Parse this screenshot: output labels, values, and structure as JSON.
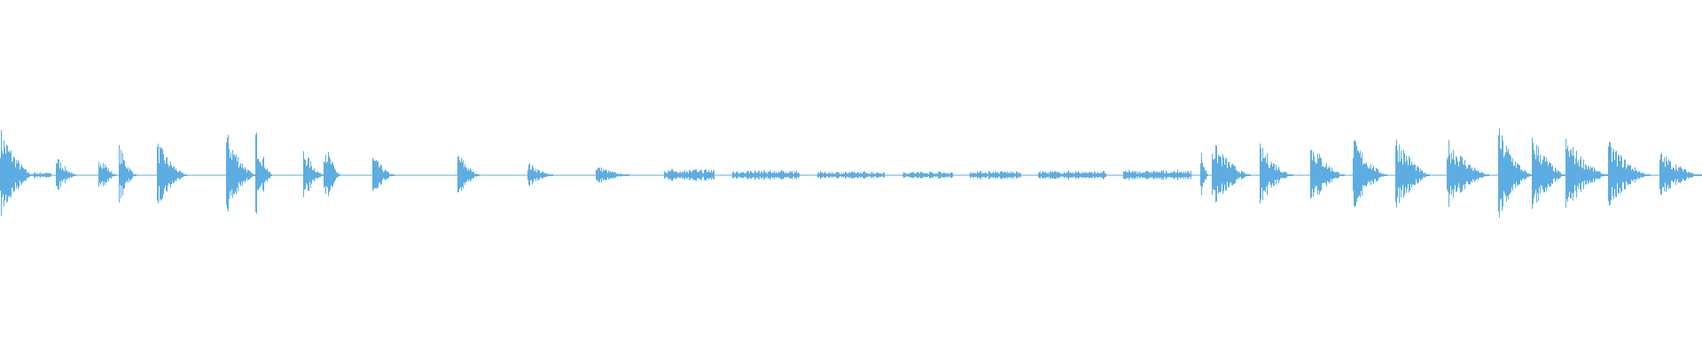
{
  "waveform": {
    "color": "#5DADE2",
    "baseline_color": "#5DADE2",
    "segments": [
      {
        "start": 0.0,
        "end": 0.02,
        "amp": 0.7,
        "env": "decay"
      },
      {
        "start": 0.02,
        "end": 0.03,
        "amp": 0.05,
        "env": "flat"
      },
      {
        "start": 0.033,
        "end": 0.045,
        "amp": 0.3,
        "env": "decay"
      },
      {
        "start": 0.058,
        "end": 0.068,
        "amp": 0.35,
        "env": "decay"
      },
      {
        "start": 0.07,
        "end": 0.08,
        "amp": 0.45,
        "env": "decay"
      },
      {
        "start": 0.092,
        "end": 0.11,
        "amp": 0.5,
        "env": "decay"
      },
      {
        "start": 0.133,
        "end": 0.15,
        "amp": 0.65,
        "env": "decay"
      },
      {
        "start": 0.15,
        "end": 0.16,
        "amp": 0.7,
        "env": "decay"
      },
      {
        "start": 0.178,
        "end": 0.19,
        "amp": 0.4,
        "env": "decay"
      },
      {
        "start": 0.19,
        "end": 0.2,
        "amp": 0.55,
        "env": "decay"
      },
      {
        "start": 0.219,
        "end": 0.232,
        "amp": 0.3,
        "env": "decay"
      },
      {
        "start": 0.269,
        "end": 0.282,
        "amp": 0.35,
        "env": "decay"
      },
      {
        "start": 0.31,
        "end": 0.325,
        "amp": 0.2,
        "env": "decay"
      },
      {
        "start": 0.35,
        "end": 0.37,
        "amp": 0.15,
        "env": "decay"
      },
      {
        "start": 0.39,
        "end": 0.42,
        "amp": 0.1,
        "env": "flat"
      },
      {
        "start": 0.43,
        "end": 0.47,
        "amp": 0.08,
        "env": "flat"
      },
      {
        "start": 0.48,
        "end": 0.52,
        "amp": 0.06,
        "env": "flat"
      },
      {
        "start": 0.53,
        "end": 0.56,
        "amp": 0.06,
        "env": "flat"
      },
      {
        "start": 0.57,
        "end": 0.6,
        "amp": 0.07,
        "env": "flat"
      },
      {
        "start": 0.61,
        "end": 0.65,
        "amp": 0.07,
        "env": "flat"
      },
      {
        "start": 0.66,
        "end": 0.7,
        "amp": 0.08,
        "env": "flat"
      },
      {
        "start": 0.705,
        "end": 0.71,
        "amp": 0.4,
        "env": "decay"
      },
      {
        "start": 0.712,
        "end": 0.735,
        "amp": 0.5,
        "env": "decay"
      },
      {
        "start": 0.74,
        "end": 0.76,
        "amp": 0.45,
        "env": "decay"
      },
      {
        "start": 0.77,
        "end": 0.79,
        "amp": 0.5,
        "env": "decay"
      },
      {
        "start": 0.795,
        "end": 0.815,
        "amp": 0.55,
        "env": "decay"
      },
      {
        "start": 0.82,
        "end": 0.84,
        "amp": 0.6,
        "env": "decay"
      },
      {
        "start": 0.85,
        "end": 0.875,
        "amp": 0.55,
        "env": "decay"
      },
      {
        "start": 0.88,
        "end": 0.9,
        "amp": 0.7,
        "env": "decay"
      },
      {
        "start": 0.9,
        "end": 0.92,
        "amp": 0.6,
        "env": "decay"
      },
      {
        "start": 0.92,
        "end": 0.945,
        "amp": 0.55,
        "env": "decay"
      },
      {
        "start": 0.945,
        "end": 0.97,
        "amp": 0.5,
        "env": "decay"
      },
      {
        "start": 0.975,
        "end": 1.0,
        "amp": 0.35,
        "env": "decay"
      }
    ]
  }
}
